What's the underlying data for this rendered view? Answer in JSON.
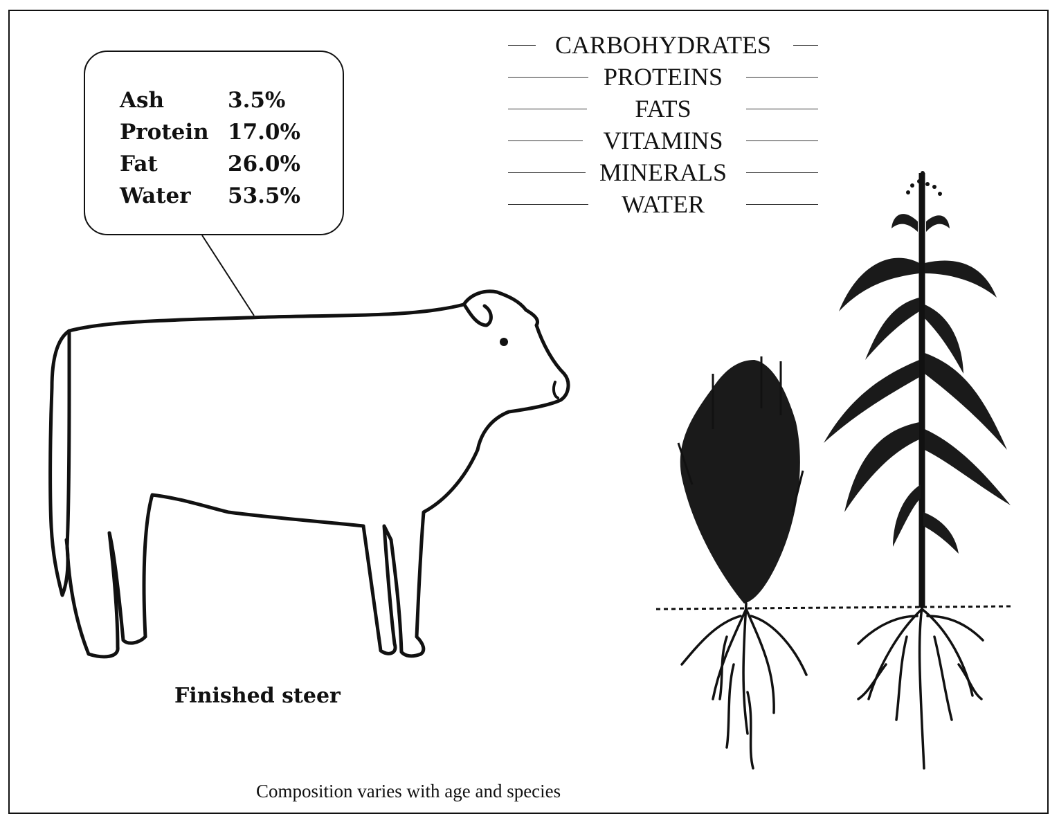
{
  "composition_box": {
    "rows": [
      {
        "label": "Ash",
        "value": "3.5%"
      },
      {
        "label": "Protein",
        "value": "17.0%"
      },
      {
        "label": "Fat",
        "value": "26.0%"
      },
      {
        "label": "Water",
        "value": "53.5%"
      }
    ]
  },
  "nutrients": [
    "CARBOHYDRATES",
    "PROTEINS",
    "FATS",
    "VITAMINS",
    "MINERALS",
    "WATER"
  ],
  "animal_caption": "Finished steer",
  "footer_caption": "Composition varies with age and species"
}
